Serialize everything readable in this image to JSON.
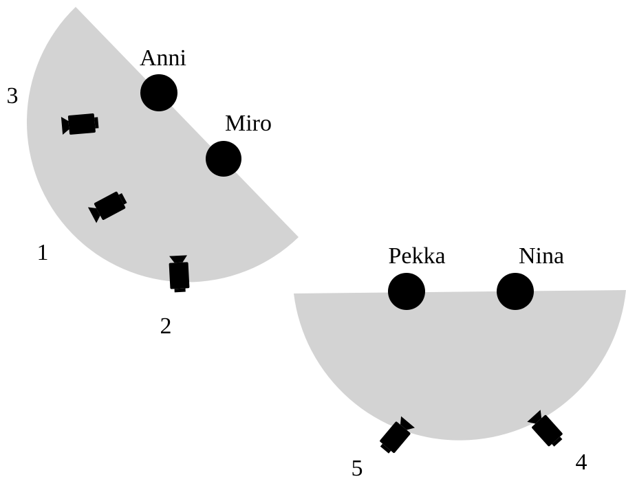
{
  "colors": {
    "stage": "#d3d3d3",
    "person": "#000000",
    "camera": "#000000",
    "background": "#ffffff"
  },
  "scenes": [
    {
      "people": [
        {
          "name": "Anni"
        },
        {
          "name": "Miro"
        }
      ],
      "cameras": [
        {
          "number": "3",
          "icon": "camera-icon"
        },
        {
          "number": "1",
          "icon": "camera-icon"
        },
        {
          "number": "2",
          "icon": "camera-icon"
        }
      ]
    },
    {
      "people": [
        {
          "name": "Pekka"
        },
        {
          "name": "Nina"
        }
      ],
      "cameras": [
        {
          "number": "5",
          "icon": "camera-icon"
        },
        {
          "number": "4",
          "icon": "camera-icon"
        }
      ]
    }
  ]
}
